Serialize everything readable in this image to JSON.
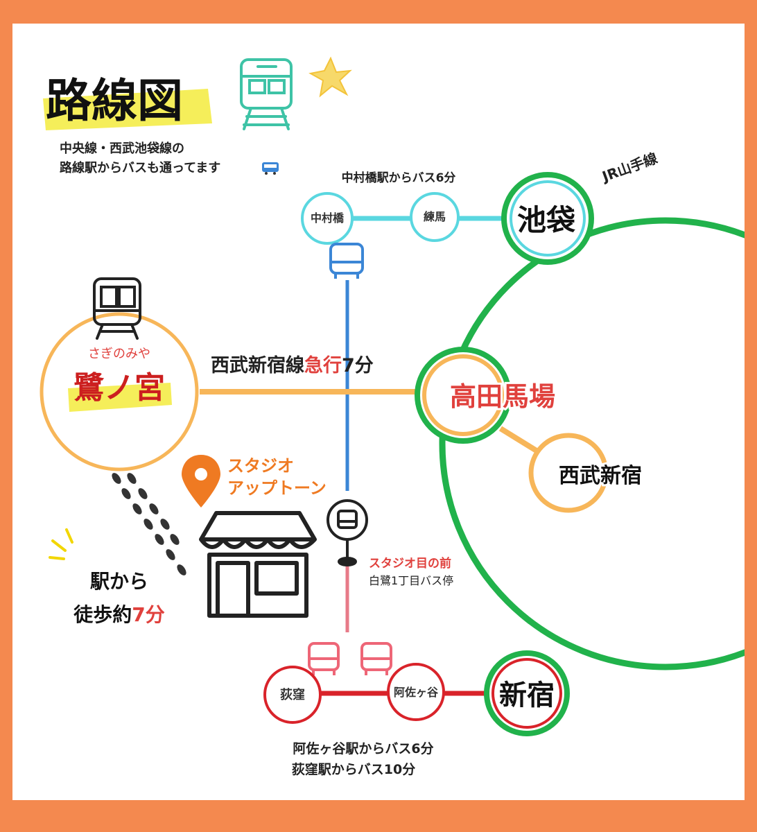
{
  "header": {
    "title": "路線図",
    "subtitle_line1": "中央線・西武池袋線の",
    "subtitle_line2": "路線駅からバスも通ってます"
  },
  "lines": {
    "yamanote_label": "JR山手線",
    "seibu_label_part1": "西武新宿線",
    "seibu_label_express": "急行",
    "seibu_label_time": "7分",
    "bus_north_label": "中村橋駅からバス6分",
    "bus_south_line1": "阿佐ヶ谷駅からバス6分",
    "bus_south_line2": "荻窪駅からバス10分"
  },
  "stations": {
    "nakamurabashi": "中村橋",
    "nerima": "練馬",
    "ikebukuro": "池袋",
    "takadanobaba": "高田馬場",
    "seibu_shinjuku": "西武新宿",
    "shinjuku": "新宿",
    "ogikubo": "荻窪",
    "asagaya": "阿佐ヶ谷",
    "saginomiya": "鷺ノ宮",
    "saginomiya_reading": "さぎのみや"
  },
  "studio": {
    "name_line1": "スタジオ",
    "name_line2": "アップトーン",
    "bus_stop_note": "スタジオ目の前",
    "bus_stop_name": "白鷺1丁目バス停"
  },
  "walk": {
    "line1": "駅から",
    "line2_prefix": "徒歩約",
    "line2_time": "7分"
  },
  "colors": {
    "frame": "#f4894f",
    "yamanote": "#21b24b",
    "seibu": "#f7b659",
    "bus_north": "#5ad7e0",
    "bus_blue_line": "#3b86d6",
    "bus_pink_line": "#e77a88",
    "bus_red": "#d9232a",
    "accent_red": "#e0413d",
    "highlight_yellow": "#f5ee5a"
  }
}
